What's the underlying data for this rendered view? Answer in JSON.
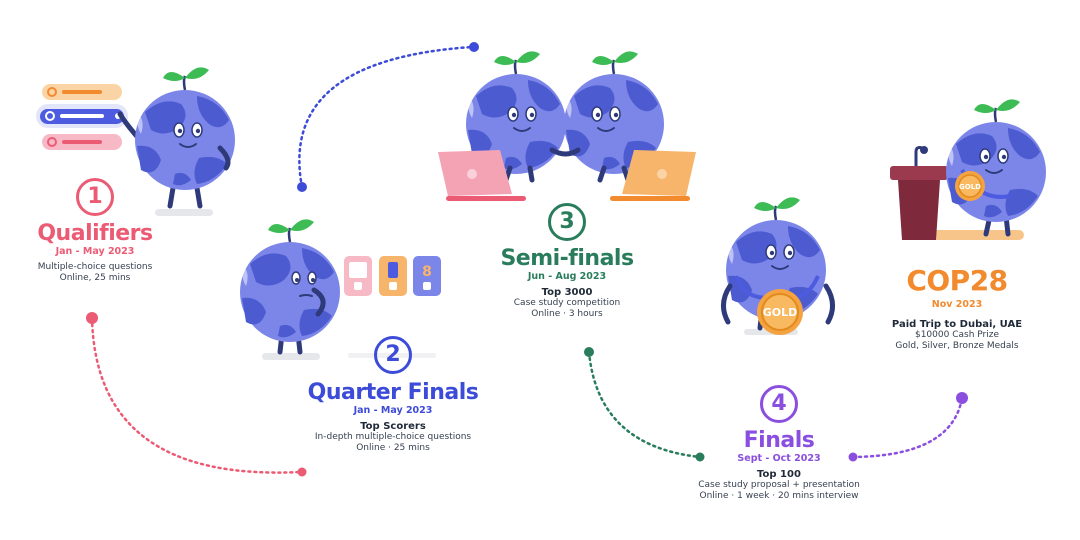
{
  "stages": [
    {
      "number": "1",
      "title": "Qualifiers",
      "date": "Jan - May 2023",
      "details": [
        "Multiple-choice questions",
        "Online, 25 mins"
      ]
    },
    {
      "number": "2",
      "title": "Quarter Finals",
      "date": "Jan - May 2023",
      "headline": "Top Scorers",
      "details": [
        "In-depth multiple-choice questions",
        "Online · 25 mins"
      ]
    },
    {
      "number": "3",
      "title": "Semi-finals",
      "date": "Jun - Aug 2023",
      "headline": "Top 3000",
      "details": [
        "Case study competition",
        "Online · 3 hours"
      ]
    },
    {
      "number": "4",
      "title": "Finals",
      "date": "Sept - Oct 2023",
      "headline": "Top 100",
      "details": [
        "Case study proposal + presentation",
        "Online · 1 week · 20 mins interview"
      ]
    },
    {
      "title": "COP28",
      "date": "Nov 2023",
      "headline": "Paid Trip to Dubai, UAE",
      "details": [
        "$10000 Cash Prize",
        "Gold, Silver, Bronze Medals"
      ]
    }
  ],
  "medal_text": {
    "finals": "GOLD",
    "cop28": "GOLD"
  },
  "colors": {
    "qualifiers": "#ec5b74",
    "quarter_finals": "#3d4bd9",
    "semi_finals": "#2a7d5c",
    "finals": "#8b4fe0",
    "cop28": "#f28a2e",
    "globe": "#7b86e8",
    "globe_land": "#4d5bd0",
    "sprout": "#3dbb55",
    "medal": "#f5a340",
    "laptop_pink": "#f4a3b4",
    "laptop_orange": "#f7b56b",
    "podium": "#7e2a3c"
  },
  "icons": [
    "globe-mascot",
    "sprout-icon",
    "checklist-option-icon",
    "question-card-icon",
    "laptop-icon",
    "gold-medal-icon",
    "podium-icon",
    "microphone-icon"
  ]
}
